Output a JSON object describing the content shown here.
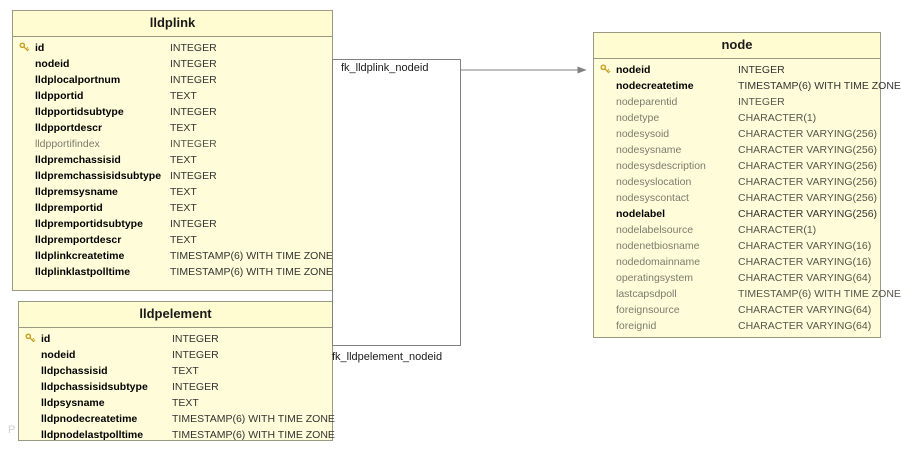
{
  "diagram": {
    "type": "entity-relationship-diagram",
    "watermark": "P",
    "accent_fill": "#fffdd9",
    "border_color": "#9a9a82",
    "key_color": "#c9a227",
    "line_color": "#808080"
  },
  "entities": [
    {
      "name": "lldplink",
      "columns": [
        {
          "name": "id",
          "type": "INTEGER",
          "pk": true,
          "nullable": false
        },
        {
          "name": "nodeid",
          "type": "INTEGER",
          "pk": false,
          "nullable": false
        },
        {
          "name": "lldplocalportnum",
          "type": "INTEGER",
          "pk": false,
          "nullable": false
        },
        {
          "name": "lldpportid",
          "type": "TEXT",
          "pk": false,
          "nullable": false
        },
        {
          "name": "lldpportidsubtype",
          "type": "INTEGER",
          "pk": false,
          "nullable": false
        },
        {
          "name": "lldpportdescr",
          "type": "TEXT",
          "pk": false,
          "nullable": false
        },
        {
          "name": "lldpportifindex",
          "type": "INTEGER",
          "pk": false,
          "nullable": true
        },
        {
          "name": "lldpremchassisid",
          "type": "TEXT",
          "pk": false,
          "nullable": false
        },
        {
          "name": "lldpremchassisidsubtype",
          "type": "INTEGER",
          "pk": false,
          "nullable": false
        },
        {
          "name": "lldpremsysname",
          "type": "TEXT",
          "pk": false,
          "nullable": false
        },
        {
          "name": "lldpremportid",
          "type": "TEXT",
          "pk": false,
          "nullable": false
        },
        {
          "name": "lldpremportidsubtype",
          "type": "INTEGER",
          "pk": false,
          "nullable": false
        },
        {
          "name": "lldpremportdescr",
          "type": "TEXT",
          "pk": false,
          "nullable": false
        },
        {
          "name": "lldplinkcreatetime",
          "type": "TIMESTAMP(6) WITH TIME ZONE",
          "pk": false,
          "nullable": false
        },
        {
          "name": "lldplinklastpolltime",
          "type": "TIMESTAMP(6) WITH TIME ZONE",
          "pk": false,
          "nullable": false
        }
      ]
    },
    {
      "name": "lldpelement",
      "columns": [
        {
          "name": "id",
          "type": "INTEGER",
          "pk": true,
          "nullable": false
        },
        {
          "name": "nodeid",
          "type": "INTEGER",
          "pk": false,
          "nullable": false
        },
        {
          "name": "lldpchassisid",
          "type": "TEXT",
          "pk": false,
          "nullable": false
        },
        {
          "name": "lldpchassisidsubtype",
          "type": "INTEGER",
          "pk": false,
          "nullable": false
        },
        {
          "name": "lldpsysname",
          "type": "TEXT",
          "pk": false,
          "nullable": false
        },
        {
          "name": "lldpnodecreatetime",
          "type": "TIMESTAMP(6) WITH TIME ZONE",
          "pk": false,
          "nullable": false
        },
        {
          "name": "lldpnodelastpolltime",
          "type": "TIMESTAMP(6) WITH TIME ZONE",
          "pk": false,
          "nullable": false
        }
      ]
    },
    {
      "name": "node",
      "columns": [
        {
          "name": "nodeid",
          "type": "INTEGER",
          "pk": true,
          "nullable": false
        },
        {
          "name": "nodecreatetime",
          "type": "TIMESTAMP(6) WITH TIME ZONE",
          "pk": false,
          "nullable": false
        },
        {
          "name": "nodeparentid",
          "type": "INTEGER",
          "pk": false,
          "nullable": true
        },
        {
          "name": "nodetype",
          "type": "CHARACTER(1)",
          "pk": false,
          "nullable": true
        },
        {
          "name": "nodesysoid",
          "type": "CHARACTER VARYING(256)",
          "pk": false,
          "nullable": true
        },
        {
          "name": "nodesysname",
          "type": "CHARACTER VARYING(256)",
          "pk": false,
          "nullable": true
        },
        {
          "name": "nodesysdescription",
          "type": "CHARACTER VARYING(256)",
          "pk": false,
          "nullable": true
        },
        {
          "name": "nodesyslocation",
          "type": "CHARACTER VARYING(256)",
          "pk": false,
          "nullable": true
        },
        {
          "name": "nodesyscontact",
          "type": "CHARACTER VARYING(256)",
          "pk": false,
          "nullable": true
        },
        {
          "name": "nodelabel",
          "type": "CHARACTER VARYING(256)",
          "pk": false,
          "nullable": false
        },
        {
          "name": "nodelabelsource",
          "type": "CHARACTER(1)",
          "pk": false,
          "nullable": true
        },
        {
          "name": "nodenetbiosname",
          "type": "CHARACTER VARYING(16)",
          "pk": false,
          "nullable": true
        },
        {
          "name": "nodedomainname",
          "type": "CHARACTER VARYING(16)",
          "pk": false,
          "nullable": true
        },
        {
          "name": "operatingsystem",
          "type": "CHARACTER VARYING(64)",
          "pk": false,
          "nullable": true
        },
        {
          "name": "lastcapsdpoll",
          "type": "TIMESTAMP(6) WITH TIME ZONE",
          "pk": false,
          "nullable": true
        },
        {
          "name": "foreignsource",
          "type": "CHARACTER VARYING(64)",
          "pk": false,
          "nullable": true
        },
        {
          "name": "foreignid",
          "type": "CHARACTER VARYING(64)",
          "pk": false,
          "nullable": true
        }
      ]
    }
  ],
  "relationships": [
    {
      "label": "fk_lldplink_nodeid",
      "from": "lldplink",
      "to": "node",
      "to_column": "nodeid"
    },
    {
      "label": "fk_lldpelement_nodeid",
      "from": "lldpelement",
      "to": "node",
      "to_column": "nodeid"
    }
  ]
}
